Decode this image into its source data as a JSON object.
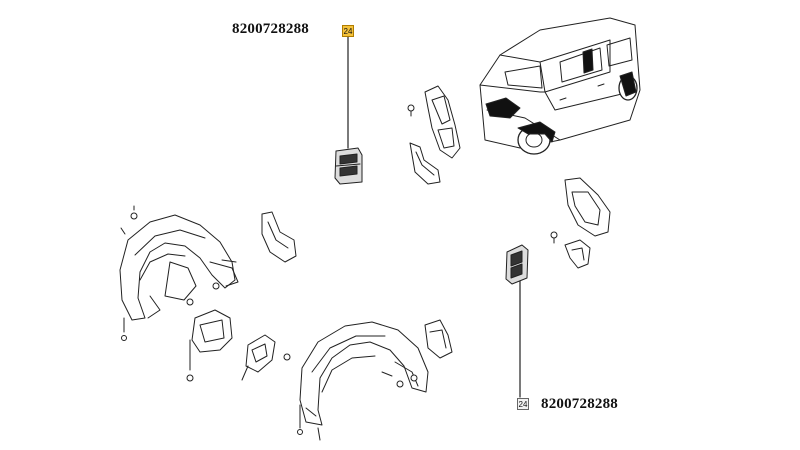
{
  "labels": {
    "part_number_top": "8200728288",
    "part_number_bottom": "8200728288",
    "callout_top": "24",
    "callout_bottom": "24"
  },
  "colors": {
    "highlight_callout": "#f5c23a",
    "line_art": "#222222",
    "background": "#ffffff"
  }
}
